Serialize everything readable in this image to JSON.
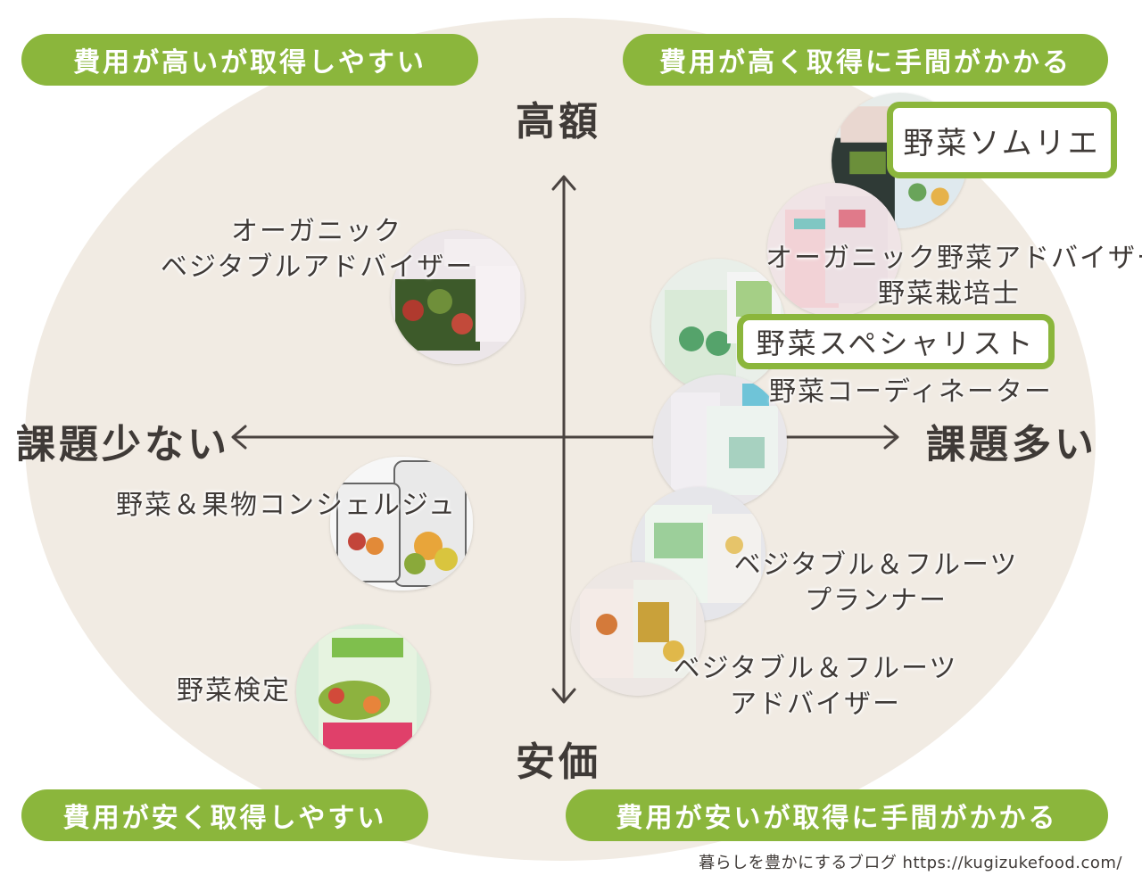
{
  "corners": {
    "top_left": "費用が高いが取得しやすい",
    "top_right": "費用が高く取得に手間がかかる",
    "bottom_left": "費用が安く取得しやすい",
    "bottom_right": "費用が安いが取得に手間がかかる"
  },
  "axes": {
    "top": "高額",
    "bottom": "安価",
    "left": "課題少ない",
    "right": "課題多い"
  },
  "items": {
    "organic_vegetable_advisor": {
      "line1": "オーガニック",
      "line2": "ベジタブルアドバイザー"
    },
    "fruit_concierge": "野菜＆果物コンシェルジュ",
    "vegetable_kentei": "野菜検定",
    "sommelier": "野菜ソムリエ",
    "organic_advisor_cultivator": {
      "line1": "オーガニック野菜アドバイザー",
      "line2": "野菜栽培士"
    },
    "specialist": "野菜スペシャリスト",
    "coordinator": "野菜コーディネーター",
    "planner": {
      "line1": "ベジタブル＆フルーツ",
      "line2": "プランナー"
    },
    "advisor": {
      "line1": "ベジタブル＆フルーツ",
      "line2": "アドバイザー"
    }
  },
  "footer": "暮らしを豊かにするブログ https://kugizukefood.com/",
  "colors": {
    "accent": "#8bb63c",
    "background_ellipse": "#f1ebe3",
    "text": "#3f3a37"
  }
}
